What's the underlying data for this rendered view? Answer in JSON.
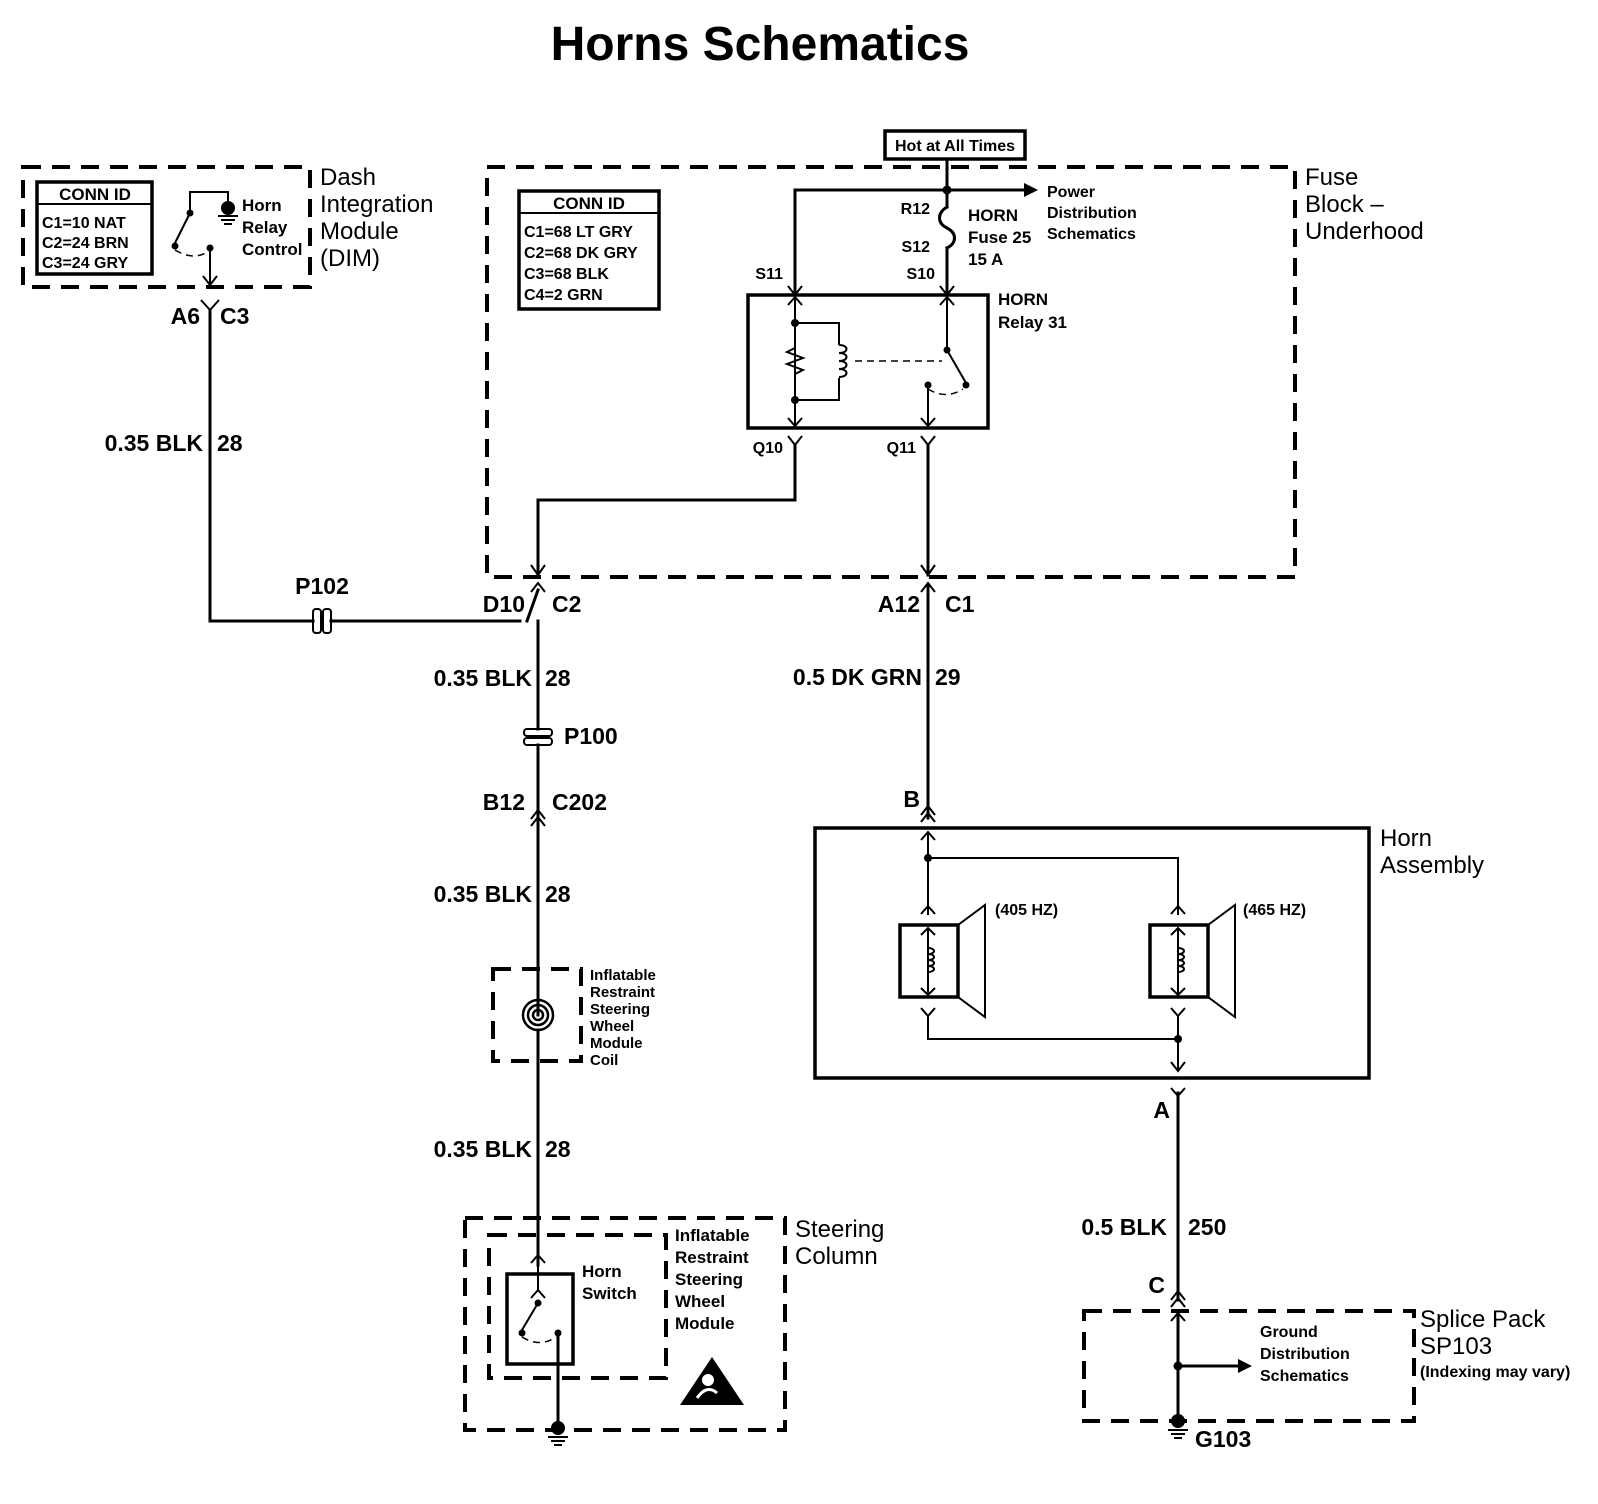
{
  "title": "Horns Schematics",
  "hot_label": "Hot at All Times",
  "dim": {
    "name_lines": [
      "Dash",
      "Integration",
      "Module",
      "(DIM)"
    ],
    "conn_id_header": "CONN ID",
    "conn_ids": [
      "C1=10 NAT",
      "C2=24 BRN",
      "C3=24 GRY"
    ],
    "relay_control_lines": [
      "Horn",
      "Relay",
      "Control"
    ],
    "pin_left": "A6",
    "pin_right": "C3"
  },
  "fuse_block": {
    "name_lines": [
      "Fuse",
      "Block –",
      "Underhood"
    ],
    "conn_id_header": "CONN ID",
    "conn_ids": [
      "C1=68 LT GRY",
      "C2=68 DK GRY",
      "C3=68 BLK",
      "C4=2 GRN"
    ],
    "r12": "R12",
    "fuse_lines": [
      "HORN",
      "Fuse 25",
      "15 A"
    ],
    "s12": "S12",
    "s10": "S10",
    "s11": "S11",
    "power_dist_lines": [
      "Power",
      "Distribution",
      "Schematics"
    ],
    "relay_lines": [
      "HORN",
      "Relay 31"
    ],
    "q10": "Q10",
    "q11": "Q11"
  },
  "wires": {
    "dim_wire": {
      "gauge_color": "0.35 BLK",
      "circuit": "28"
    },
    "p102": "P102",
    "d10": "D10",
    "c2": "C2",
    "wire_c2": {
      "gauge_color": "0.35 BLK",
      "circuit": "28"
    },
    "p100": "P100",
    "b12": "B12",
    "c202": "C202",
    "wire_c202": {
      "gauge_color": "0.35 BLK",
      "circuit": "28"
    },
    "wire_coil": {
      "gauge_color": "0.35 BLK",
      "circuit": "28"
    },
    "a12": "A12",
    "c1": "C1",
    "wire_horn": {
      "gauge_color": "0.5 DK GRN",
      "circuit": "29"
    },
    "wire_ground": {
      "gauge_color": "0.5 BLK",
      "circuit": "250"
    }
  },
  "coil_label_lines": [
    "Inflatable",
    "Restraint",
    "Steering",
    "Wheel",
    "Module",
    "Coil"
  ],
  "steering_column": {
    "name_lines": [
      "Steering",
      "Column"
    ],
    "switch_lines": [
      "Horn",
      "Switch"
    ],
    "module_lines": [
      "Inflatable",
      "Restraint",
      "Steering",
      "Wheel",
      "Module"
    ]
  },
  "horn_assembly": {
    "name_lines": [
      "Horn",
      "Assembly"
    ],
    "pin_b": "B",
    "pin_a": "A",
    "horn1_freq": "(405 HZ)",
    "horn2_freq": "(465 HZ)"
  },
  "splice_pack": {
    "pin_c": "C",
    "name_lines": [
      "Splice Pack",
      "SP103",
      "(Indexing may vary)"
    ],
    "ground_dist_lines": [
      "Ground",
      "Distribution",
      "Schematics"
    ],
    "ground_id": "G103"
  },
  "icons": [
    "ground-icon",
    "airbag-warning-icon",
    "clockspring-coil-icon",
    "horn-speaker-icon",
    "fuse-icon",
    "relay-coil-icon",
    "resistor-icon"
  ]
}
